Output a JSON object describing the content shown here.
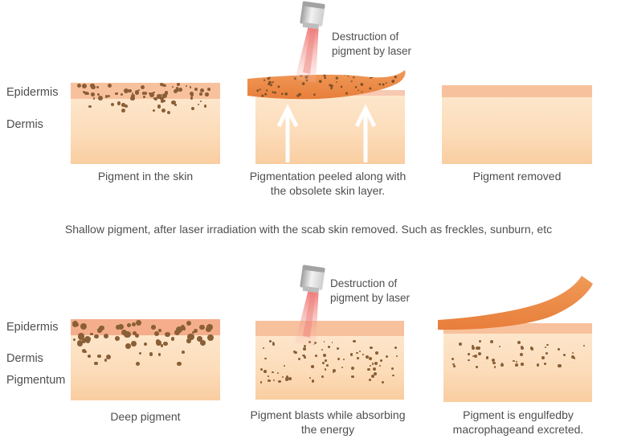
{
  "colors": {
    "text": "#4e4e4e",
    "epidermis": "#f8c19d",
    "epidermis_deep": "#f5ae8b",
    "epidermis_strip": "#f8c9b2",
    "dermis_top": "#fde6cb",
    "dermis_mid": "#fcdcb9",
    "dermis_bottom": "#f9cda0",
    "peel": "#ef9150",
    "peel_dark": "#e87e3b",
    "pigment": "#8a5f36",
    "pigment_dark": "#7c5128",
    "laser_beam": "#ec6060",
    "laser_head": "#cfcfcf",
    "arrow": "#ffffff"
  },
  "rows": [
    {
      "side_labels": [
        "Epidermis",
        "Dermis"
      ],
      "panels": [
        {
          "caption": "Pigment in the skin"
        },
        {
          "laser_label": "Destruction of pigment by laser",
          "caption": "Pigmentation peeled along with the obsolete skin layer."
        },
        {
          "caption": "Pigment removed"
        }
      ],
      "note": "Shallow pigment, after laser irradiation with the scab skin removed. Such as freckles, sunburn, etc"
    },
    {
      "side_labels": [
        "Epidermis",
        "Dermis",
        "Pigmentum"
      ],
      "panels": [
        {
          "caption": "Deep pigment"
        },
        {
          "laser_label": "Destruction of pigment by laser",
          "caption": "Pigment blasts while absorbing the energy"
        },
        {
          "caption": "Pigment is engulfedby macrophageand excreted."
        }
      ]
    }
  ]
}
